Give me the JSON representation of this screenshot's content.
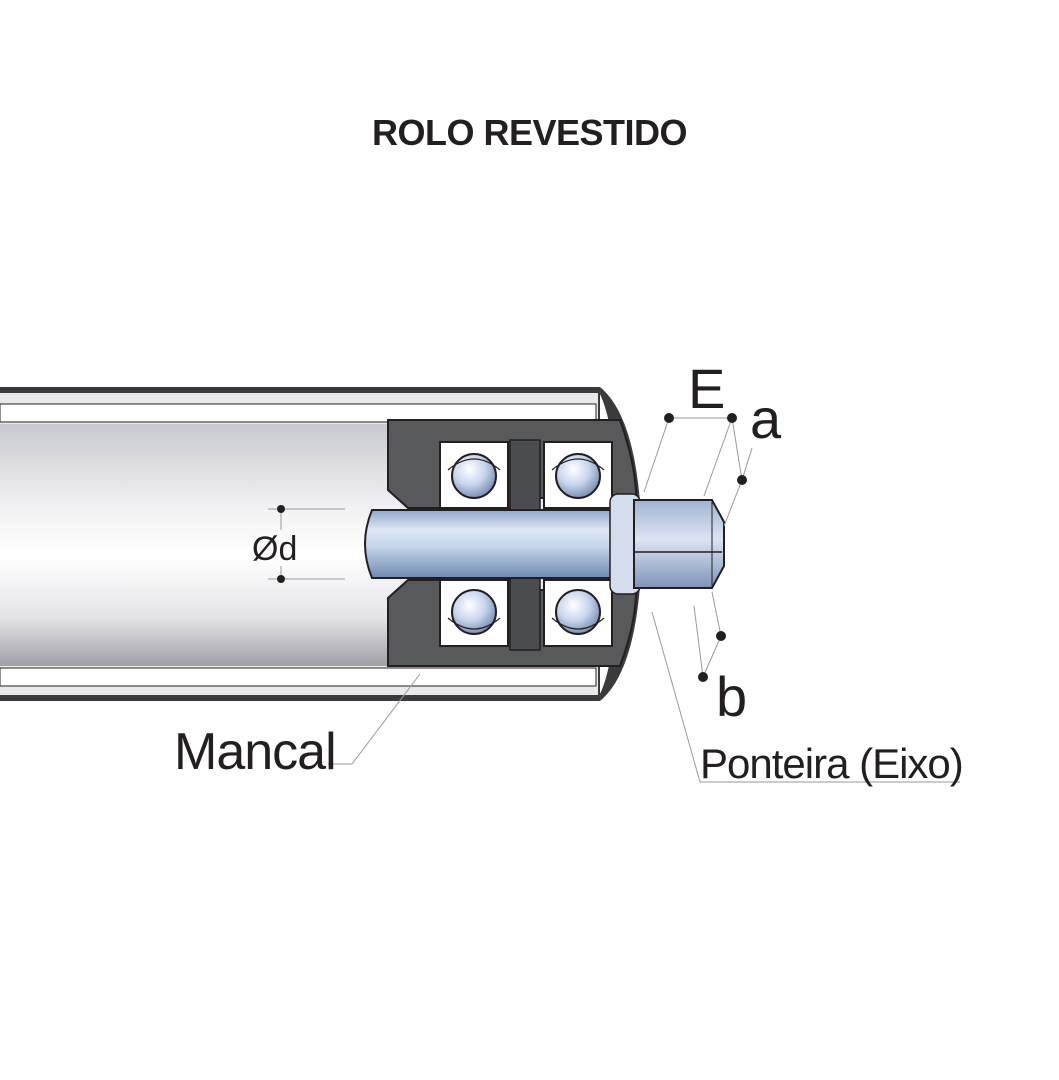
{
  "title": "ROLO REVESTIDO",
  "labels": {
    "diameter": "Ød",
    "e": "E",
    "a": "a",
    "b": "b",
    "bearing": "Mancal",
    "tip": "Ponteira (Eixo)"
  },
  "colors": {
    "outline": "#231f20",
    "housing": "#58595b",
    "shaft": "#b5c8e4",
    "tube_light": "#f4f4f6",
    "tube_dark": "#8c8d92",
    "leader": "#9a9a9a"
  }
}
